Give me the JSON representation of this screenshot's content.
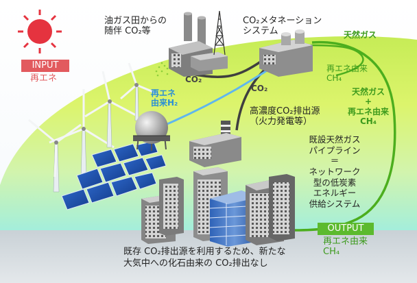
{
  "colors": {
    "input_red": "#e25a5e",
    "output_green": "#5cba2e",
    "label_green": "#3c9a1c",
    "hydrogen_blue": "#2a8fd6",
    "pipeline_green": "#4cae1e",
    "co2_line": "#3f3f3f"
  },
  "icons": [
    "sun-icon",
    "wind-turbine-icon",
    "solar-panel-icon",
    "oil-gas-plant-icon",
    "gas-tower-icon",
    "methanation-plant-icon",
    "hydrogen-tank-icon",
    "power-plant-icon",
    "city-buildings-icon"
  ],
  "input": {
    "label": "INPUT",
    "sublabel": "再エネ"
  },
  "oilgas": {
    "line1": "油ガス田からの",
    "line2": "随伴 CO₂等"
  },
  "methanation": {
    "line1": "CO₂メタネーション",
    "line2": "システム"
  },
  "co2_left": "CO₂",
  "co2_mid": "CO₂",
  "natural_gas_top": "天然ガス",
  "renewable_ch4": {
    "line1": "再エネ由来",
    "line2": "CH₄"
  },
  "mixed": {
    "line1": "天然ガス",
    "plus": "+",
    "line2": "再エネ由来",
    "line3": "CH₄"
  },
  "h2": {
    "line1": "再エネ",
    "line2": "由来H₂"
  },
  "high_conc": {
    "line1": "高濃度CO₂排出源",
    "line2": "（火力発電等）"
  },
  "pipeline": {
    "line1": "既設天然ガス",
    "line2": "パイプライン",
    "line3": "＝",
    "line4": "ネットワーク",
    "line5": "型の低炭素",
    "line6": "エネルギー",
    "line7": "供給システム"
  },
  "output": {
    "label": "OUTPUT",
    "line1": "再エネ由来",
    "line2": "CH₄"
  },
  "bottom": {
    "line1": "既存 CO₂排出源を利用するため、新たな",
    "line2": "大気中への化石由来の CO₂排出なし"
  }
}
